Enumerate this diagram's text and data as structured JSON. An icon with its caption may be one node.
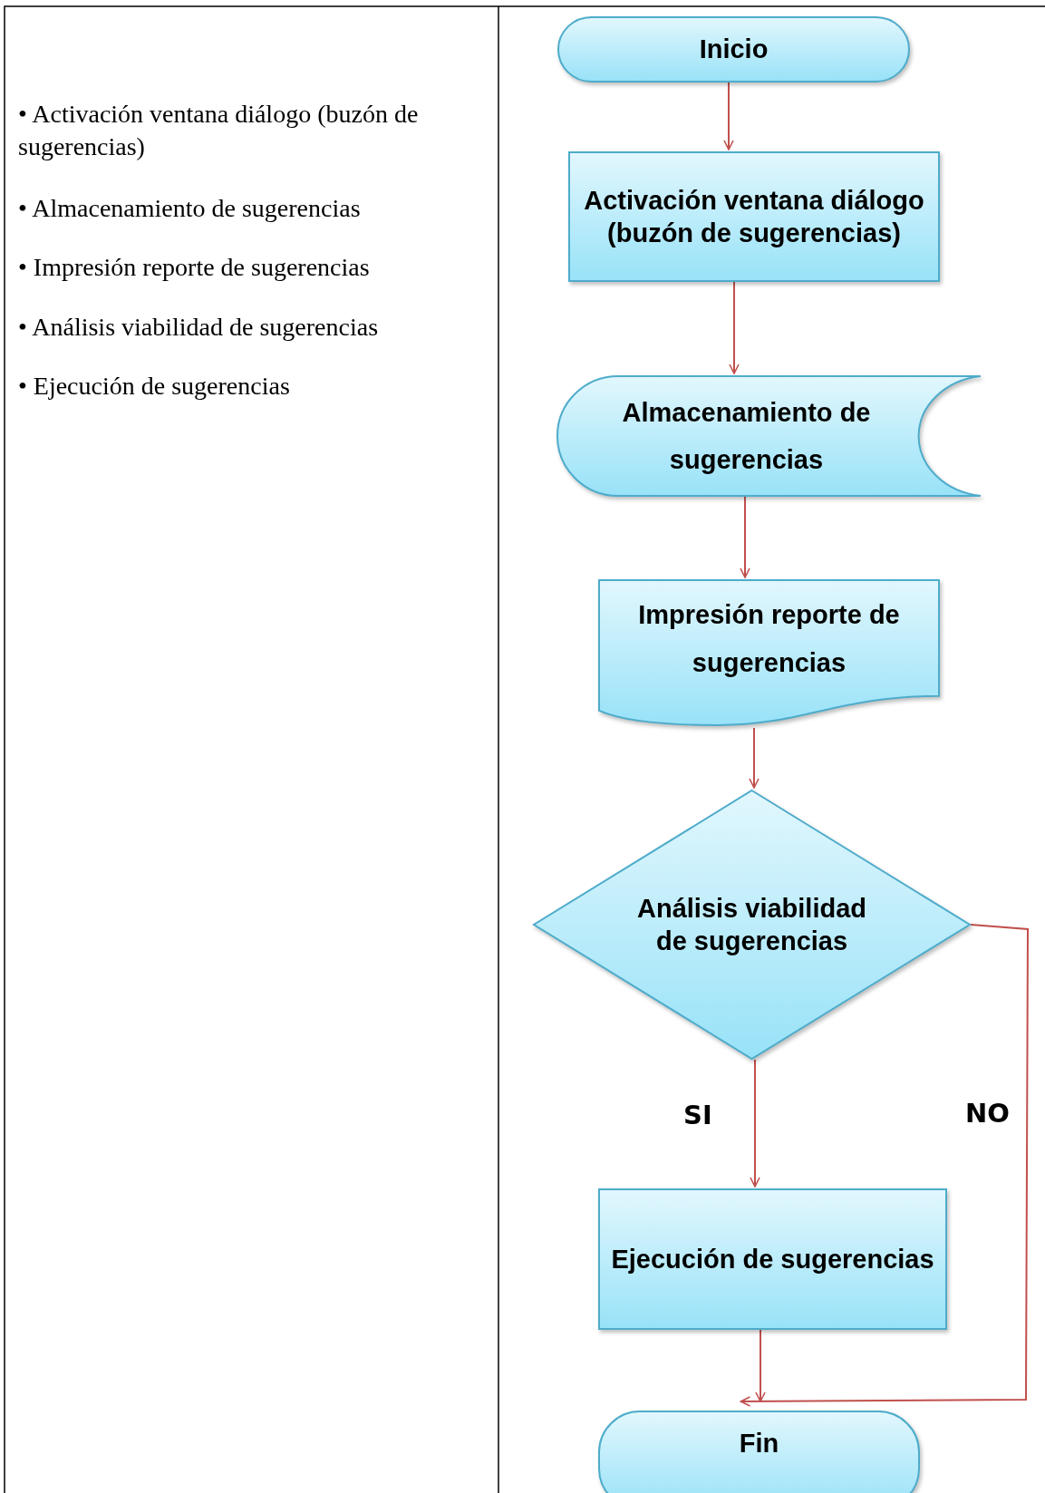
{
  "diagram": {
    "nodes": [
      {
        "text": [
          "Inicio"
        ]
      },
      {
        "text": [
          "Activación ventana diálogo (buzón de sugerencias)"
        ]
      },
      {
        "text": [
          "Almacenamiento de sugerencias"
        ]
      },
      {
        "text": [
          "Impresión reporte de sugerencias"
        ]
      },
      {
        "text": [
          "Análisis viabilidad de sugerencias"
        ]
      },
      {
        "text": [
          "Ejecución de sugerencias"
        ]
      },
      {
        "text": [
          "Fin"
        ]
      }
    ],
    "edges": [
      {
        "from": 0,
        "to": 1,
        "arrow": "to"
      },
      {
        "from": 1,
        "to": 2,
        "arrow": "to"
      },
      {
        "from": 2,
        "to": 3,
        "arrow": "to"
      },
      {
        "from": 3,
        "to": 4,
        "arrow": "to"
      },
      {
        "from": 4,
        "to": 5,
        "arrow": "to",
        "label": "SI"
      },
      {
        "from": 4,
        "to": 6,
        "arrow": "to",
        "label": "NO"
      },
      {
        "from": 5,
        "to": 6,
        "arrow": "to"
      }
    ],
    "labels": [
      "• Activación ventana diálogo (buzón de sugerencias)",
      "• Almacenamiento de sugerencias",
      "• Impresión reporte de sugerencias",
      "• Análisis viabilidad de sugerencias",
      "• Ejecución de sugerencias"
    ]
  }
}
